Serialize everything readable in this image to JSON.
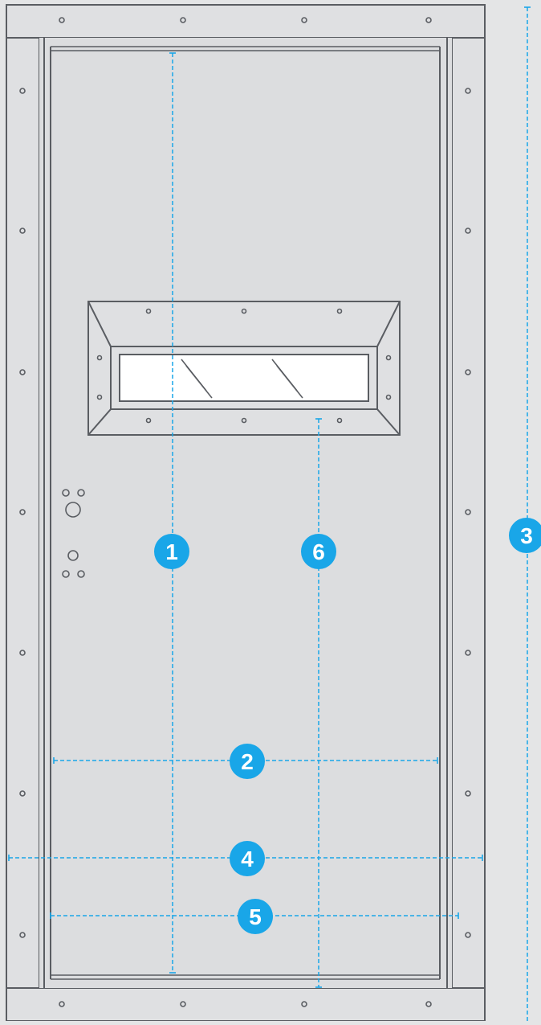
{
  "colors": {
    "background": "#e4e5e6",
    "door_fill": "#dcdddf",
    "frame_fill": "#dfe0e2",
    "line": "#5a5d62",
    "glass": "#ffffff",
    "dimension": "#19a6e8",
    "badge_text": "#ffffff"
  },
  "markers": [
    {
      "id": "1",
      "label": "1"
    },
    {
      "id": "2",
      "label": "2"
    },
    {
      "id": "3",
      "label": "3"
    },
    {
      "id": "4",
      "label": "4"
    },
    {
      "id": "5",
      "label": "5"
    },
    {
      "id": "6",
      "label": "6"
    }
  ]
}
